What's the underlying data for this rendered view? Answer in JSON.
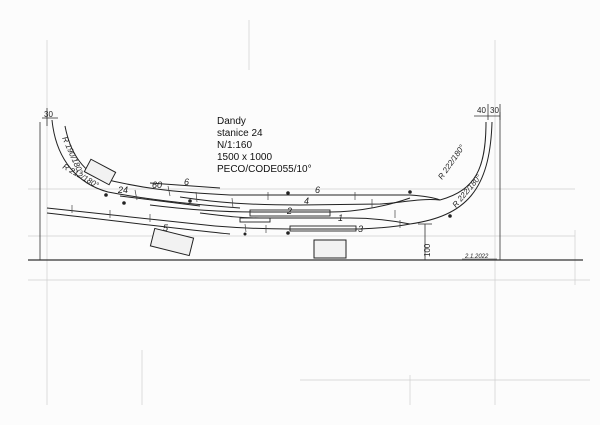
{
  "title_block": {
    "name": "Dandy",
    "station": "stanice 24",
    "scale": "N/1:160",
    "size": "1500 x 1000",
    "track_system": "PECO/CODE055/10°"
  },
  "dimensions": {
    "left_margin": "30",
    "right_margin_a": "40",
    "right_margin_b": "30",
    "front_edge": "100"
  },
  "radius_labels": {
    "left_outer": "R 190/180°",
    "left_inner": "R 212/180°",
    "right_outer": "R 222/180°",
    "right_inner": "R 222/180°"
  },
  "track_numbers": {
    "t1": "1",
    "t2": "2",
    "t3": "3",
    "t4": "4",
    "t5": "5",
    "t6a": "6",
    "t6b": "6",
    "t24": "24",
    "t60": "60"
  },
  "signature": "2.1.2022",
  "colors": {
    "ink": "#222222",
    "construction": "#c8c8c8",
    "paper": "#fcfcfc"
  }
}
